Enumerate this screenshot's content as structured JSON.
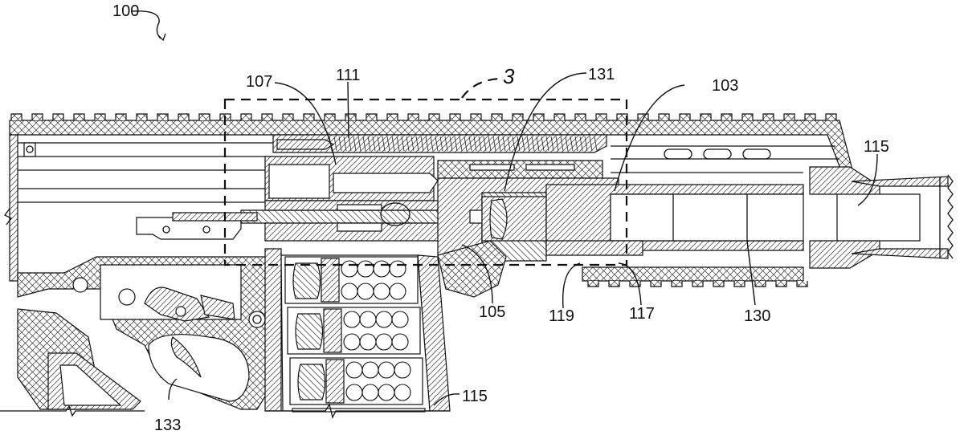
{
  "figure": {
    "type": "patent-drawing",
    "subject": "firearm cross-section with magazine",
    "overall_reference": "100",
    "detail_callout": "3",
    "line_color": "#111111",
    "background_color": "#ffffff"
  },
  "labels": [
    {
      "id": "100",
      "text": "100"
    },
    {
      "id": "107",
      "text": "107"
    },
    {
      "id": "111",
      "text": "111"
    },
    {
      "id": "3",
      "text": "3"
    },
    {
      "id": "131",
      "text": "131"
    },
    {
      "id": "103",
      "text": "103"
    },
    {
      "id": "115a",
      "text": "115"
    },
    {
      "id": "105",
      "text": "105"
    },
    {
      "id": "119",
      "text": "119"
    },
    {
      "id": "117",
      "text": "117"
    },
    {
      "id": "130",
      "text": "130"
    },
    {
      "id": "133",
      "text": "133"
    },
    {
      "id": "115b",
      "text": "115"
    }
  ]
}
